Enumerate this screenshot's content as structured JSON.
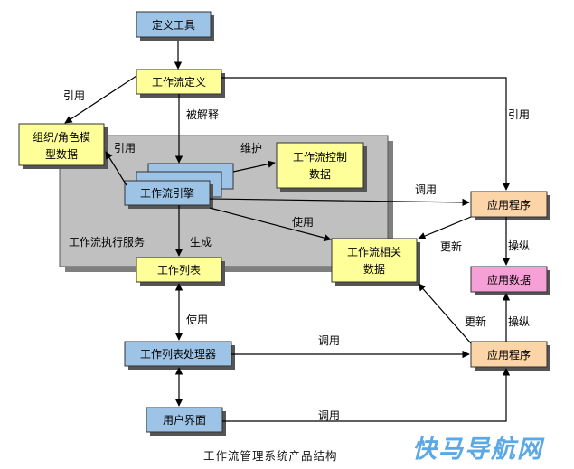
{
  "nodes": {
    "def_tool": "定义工具",
    "workflow_def": "工作流定义",
    "org_role_line1": "组织/角色模",
    "org_role_line2": "型数据",
    "wf_control_line1": "工作流控制",
    "wf_control_line2": "数据",
    "wf_engine": "工作流引擎",
    "exec_service": "工作流执行服务",
    "worklist": "工作列表",
    "wf_related_line1": "工作流相关",
    "wf_related_line2": "数据",
    "app_top": "应用程序",
    "app_data": "应用数据",
    "app_bottom": "应用程序",
    "worklist_handler": "工作列表处理器",
    "user_interface": "用户界面"
  },
  "edges": {
    "ref_left": "引用",
    "parsed": "被解释",
    "ref_right": "引用",
    "ref_engine": "引用",
    "maintain": "维护",
    "call_engine": "调用",
    "use_related": "使用",
    "generate": "生成",
    "update_top": "更新",
    "operate_top": "操纵",
    "use_worklist": "使用",
    "update_bottom": "更新",
    "operate_bottom": "操纵",
    "call_handler": "调用",
    "call_ui": "调用"
  },
  "caption": "工作流管理系统产品结构",
  "watermark": "快马导航网",
  "colors": {
    "blue_box": "#9dc3e6",
    "yellow_box": "#ffff99",
    "orange_box": "#fbd4a8",
    "pink_box": "#f5a0d6",
    "gray_region": "#c0c0c0"
  }
}
